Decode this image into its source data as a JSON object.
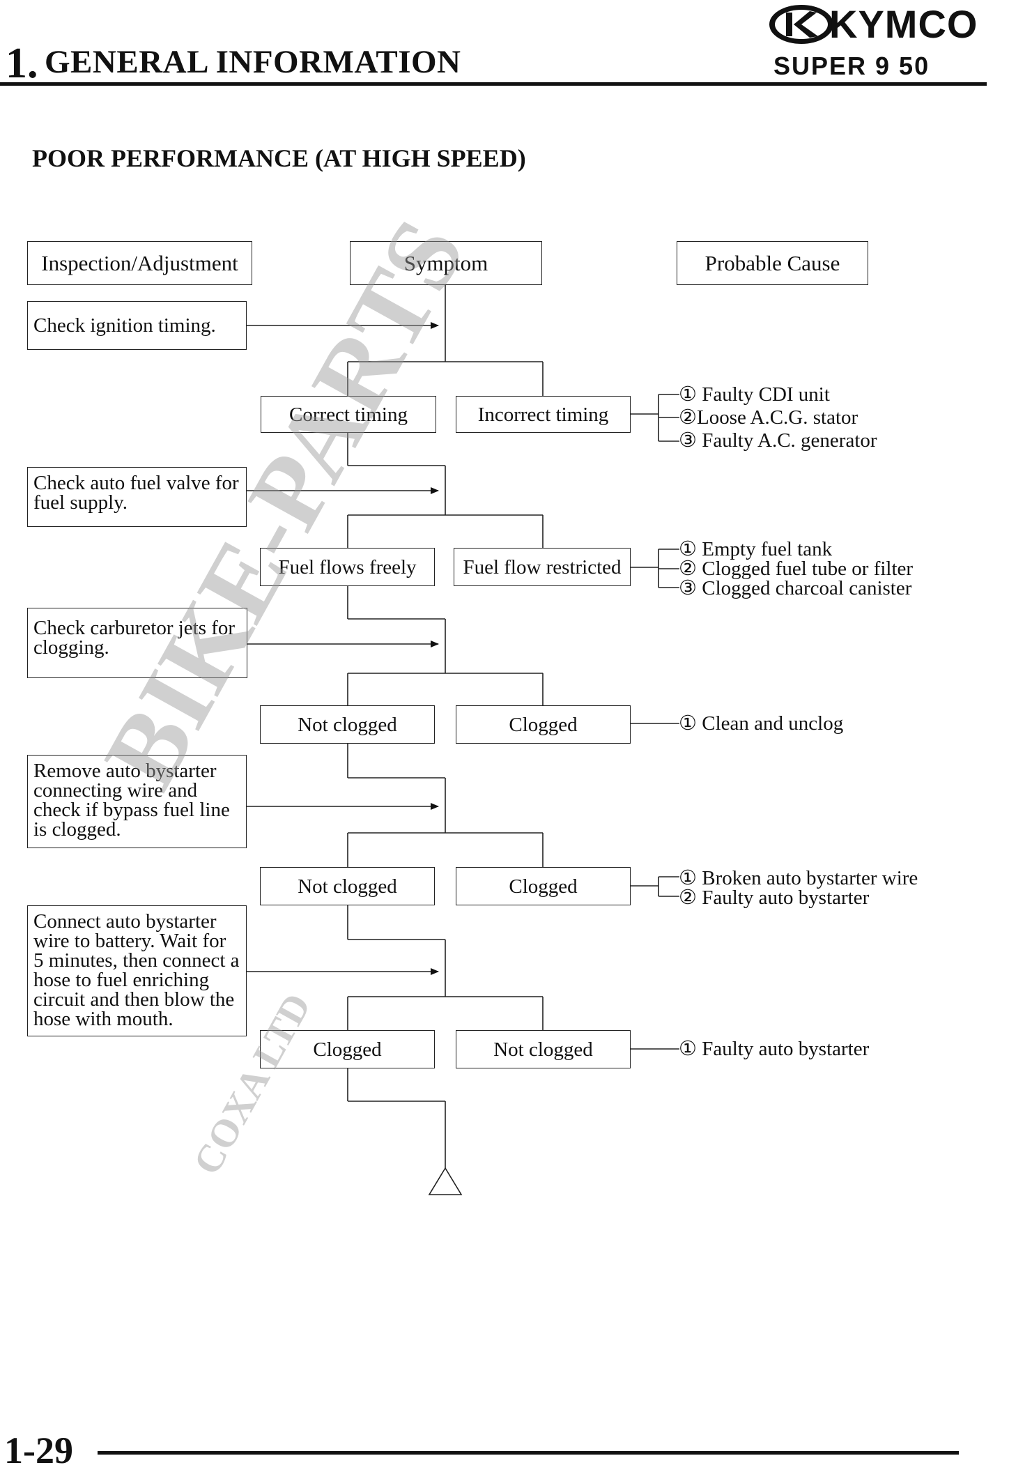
{
  "header": {
    "chapter_number": "1.",
    "chapter_title": "GENERAL INFORMATION",
    "model": "SUPER 9   50",
    "brand": "KYMCO"
  },
  "section_title": "POOR PERFORMANCE (AT HIGH SPEED)",
  "columns": {
    "inspection": "Inspection/Adjustment",
    "symptom": "Symptom",
    "cause": "Probable Cause"
  },
  "steps": [
    {
      "inspection": "Check ignition timing.",
      "left_symptom": "Correct timing",
      "right_symptom": "Incorrect timing",
      "causes": [
        "① Faulty CDI unit",
        "②Loose A.C.G. stator",
        "③ Faulty A.C. generator"
      ]
    },
    {
      "inspection": "Check auto fuel valve for fuel supply.",
      "left_symptom": "Fuel flows freely",
      "right_symptom": "Fuel flow restricted",
      "causes": [
        "① Empty fuel tank",
        "② Clogged fuel tube or filter",
        "③ Clogged charcoal canister"
      ]
    },
    {
      "inspection": "Check carburetor jets for clogging.",
      "left_symptom": "Not clogged",
      "right_symptom": "Clogged",
      "causes": [
        "① Clean and unclog"
      ]
    },
    {
      "inspection": "Remove auto bystarter connecting wire and check if bypass fuel line is clogged.",
      "left_symptom": "Not clogged",
      "right_symptom": "Clogged",
      "causes": [
        "① Broken auto bystarter wire",
        "② Faulty auto bystarter"
      ]
    },
    {
      "inspection": "Connect auto bystarter wire to battery. Wait for 5 minutes, then connect a hose to fuel enriching circuit and then blow the hose with mouth.",
      "left_symptom": "Clogged",
      "right_symptom": "Not clogged",
      "causes": [
        "① Faulty auto bystarter"
      ]
    }
  ],
  "page_number": "1-29",
  "watermark": "BIKE-PARTS",
  "watermark_sub": "COXA LTD"
}
